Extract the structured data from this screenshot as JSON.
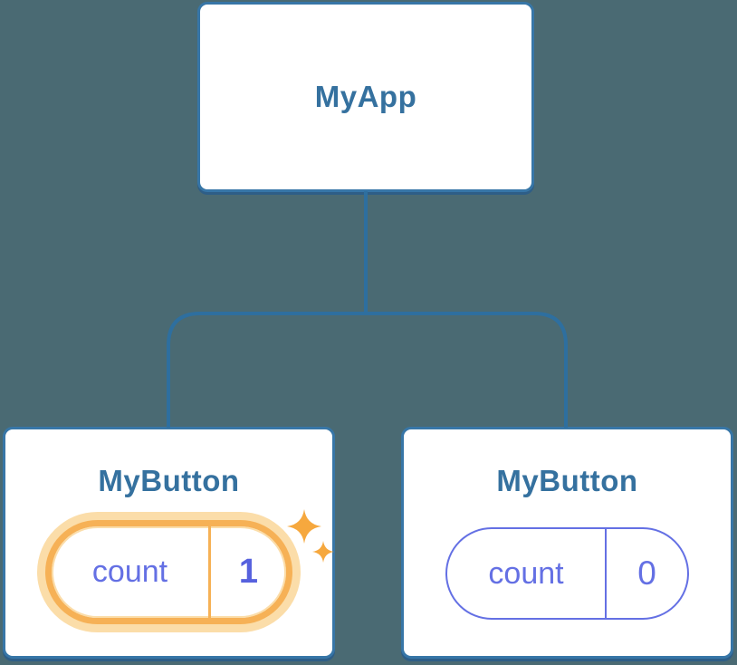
{
  "diagram": {
    "type": "component-tree",
    "background": "#4A6A73",
    "root": {
      "label": "MyApp"
    },
    "children": [
      {
        "label": "MyButton",
        "state_key": "count",
        "state_value": "1",
        "highlighted": true
      },
      {
        "label": "MyButton",
        "state_key": "count",
        "state_value": "0",
        "highlighted": false
      }
    ],
    "colors": {
      "bg": "#4A6A73",
      "card-border": "#3776A7",
      "card-shadow": "#2E5E87",
      "title-text": "#35719F",
      "connector": "#2E6F9F",
      "state-text": "#6470E4",
      "state-val-hot": "#5661DE",
      "ring": "#F6B156",
      "glow": "#FBDDA9",
      "sparkle": "#F6A83E"
    }
  }
}
